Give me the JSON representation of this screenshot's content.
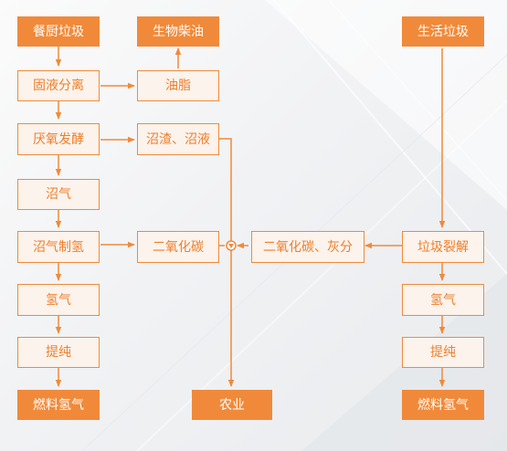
{
  "colors": {
    "accent": "#f08a3a",
    "text_outline": "#ee7f2c",
    "box_fill": "#fbf3ec",
    "background": "#f0f1f3"
  },
  "nodes": {
    "kitchen_waste": "餐厨垃圾",
    "solid_liquid_separation": "固液分离",
    "anaerobic_fermentation": "厌氧发酵",
    "biogas": "沼气",
    "biogas_hydrogen_production": "沼气制氢",
    "hydrogen_left": "氢气",
    "purification_left": "提纯",
    "fuel_hydrogen_left": "燃料氢气",
    "biodiesel": "生物柴油",
    "grease": "油脂",
    "digestate": "沼渣、沼液",
    "carbon_dioxide": "二氧化碳",
    "agriculture": "农业",
    "co2_ash": "二氧化碳、灰分",
    "domestic_waste": "生活垃圾",
    "waste_pyrolysis": "垃圾裂解",
    "hydrogen_right": "氢气",
    "purification_right": "提纯",
    "fuel_hydrogen_right": "燃料氢气"
  },
  "connections": [
    [
      "kitchen_waste",
      "solid_liquid_separation"
    ],
    [
      "solid_liquid_separation",
      "anaerobic_fermentation"
    ],
    [
      "anaerobic_fermentation",
      "biogas"
    ],
    [
      "biogas",
      "biogas_hydrogen_production"
    ],
    [
      "biogas_hydrogen_production",
      "hydrogen_left"
    ],
    [
      "hydrogen_left",
      "purification_left"
    ],
    [
      "purification_left",
      "fuel_hydrogen_left"
    ],
    [
      "solid_liquid_separation",
      "grease"
    ],
    [
      "grease",
      "biodiesel"
    ],
    [
      "anaerobic_fermentation",
      "digestate"
    ],
    [
      "digestate",
      "agriculture"
    ],
    [
      "biogas_hydrogen_production",
      "carbon_dioxide"
    ],
    [
      "carbon_dioxide",
      "agriculture"
    ],
    [
      "co2_ash",
      "agriculture"
    ],
    [
      "waste_pyrolysis",
      "co2_ash"
    ],
    [
      "domestic_waste",
      "waste_pyrolysis"
    ],
    [
      "waste_pyrolysis",
      "hydrogen_right"
    ],
    [
      "hydrogen_right",
      "purification_right"
    ],
    [
      "purification_right",
      "fuel_hydrogen_right"
    ]
  ]
}
